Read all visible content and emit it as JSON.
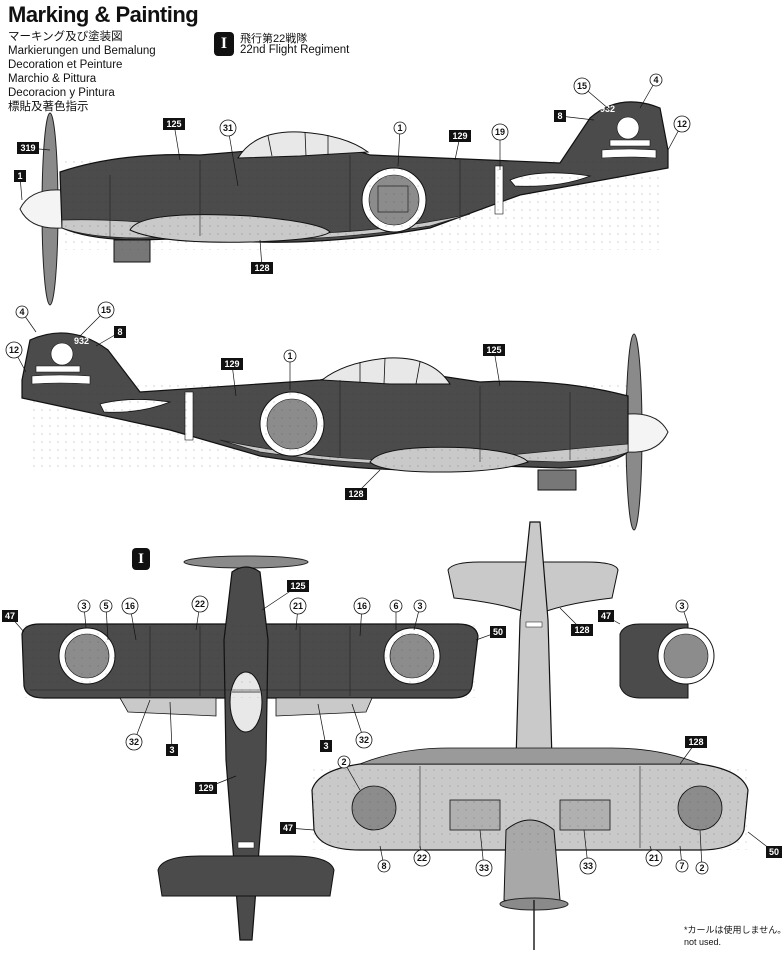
{
  "header": {
    "title": "Marking & Painting",
    "languages": [
      "マーキング及び塗装図",
      "Markierungen und Bemalung",
      "Decoration et Peinture",
      "Marchio & Pittura",
      "Decoracion y Pintura",
      "標貼及著色指示"
    ]
  },
  "unit": {
    "numeral": "I",
    "name_jp": "飛行第22戦隊",
    "name_en": "22nd Flight Regiment"
  },
  "tail_number": "932",
  "callouts": {
    "side_left": [
      "319",
      "1",
      "125",
      "31",
      "1",
      "129",
      "19",
      "15",
      "4",
      "8",
      "12",
      "128"
    ],
    "side_right": [
      "4",
      "15",
      "8",
      "12",
      "129",
      "1",
      "125",
      "128"
    ],
    "top": [
      "47",
      "3",
      "5",
      "16",
      "22",
      "125",
      "21",
      "16",
      "6",
      "3",
      "50",
      "32",
      "3",
      "3",
      "32",
      "129"
    ],
    "bottom": [
      "128",
      "47",
      "3",
      "128",
      "2",
      "47",
      "8",
      "22",
      "33",
      "33",
      "21",
      "7",
      "2",
      "50"
    ]
  },
  "colors": {
    "airframe_dark": "#4b4b4b",
    "airframe_mid": "#6a6a6a",
    "underside": "#c9c9c9",
    "hinomaru": "#8c8c8c",
    "white": "#ffffff",
    "ink": "#111111"
  },
  "footnote": {
    "jp": "*カールは使用しません。",
    "en": "not used."
  }
}
